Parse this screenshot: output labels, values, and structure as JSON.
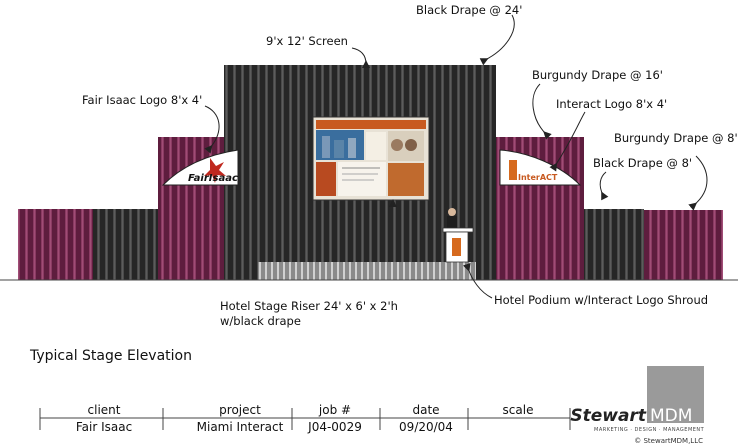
{
  "callouts": {
    "black_drape_24": "Black Drape @ 24'",
    "screen": "9'x 12' Screen",
    "fair_isaac_logo": "Fair Isaac Logo 8'x 4'",
    "burgundy_16": "Burgundy Drape @ 16'",
    "interact_logo": "Interact Logo 8'x 4'",
    "burgundy_8": "Burgundy Drape @ 8'",
    "black_drape_8": "Black Drape @ 8'",
    "riser_line1": "Hotel Stage Riser 24' x 6' x 2'h",
    "riser_line2": "w/black drape",
    "podium": "Hotel Podium w/Interact Logo Shroud"
  },
  "logos": {
    "fair_isaac": "FairIsaac",
    "interact": "InterACT"
  },
  "drawing_title": "Typical Stage Elevation",
  "title_block": {
    "headers": [
      "client",
      "project",
      "job #",
      "date",
      "scale"
    ],
    "values": [
      "Fair Isaac",
      "Miami Interact",
      "J04-0029",
      "09/20/04",
      ""
    ]
  },
  "branding": {
    "stewart": "Stewart",
    "mdm": "MDM",
    "tagline": "MARKETING · DESIGN · MANAGEMENT",
    "copyright": "© StewartMDM,LLC"
  },
  "colors": {
    "black_drape": "#2e2e2e",
    "burgundy_drape": "#7a2a52",
    "mdm_box": "#9a9a9a"
  }
}
